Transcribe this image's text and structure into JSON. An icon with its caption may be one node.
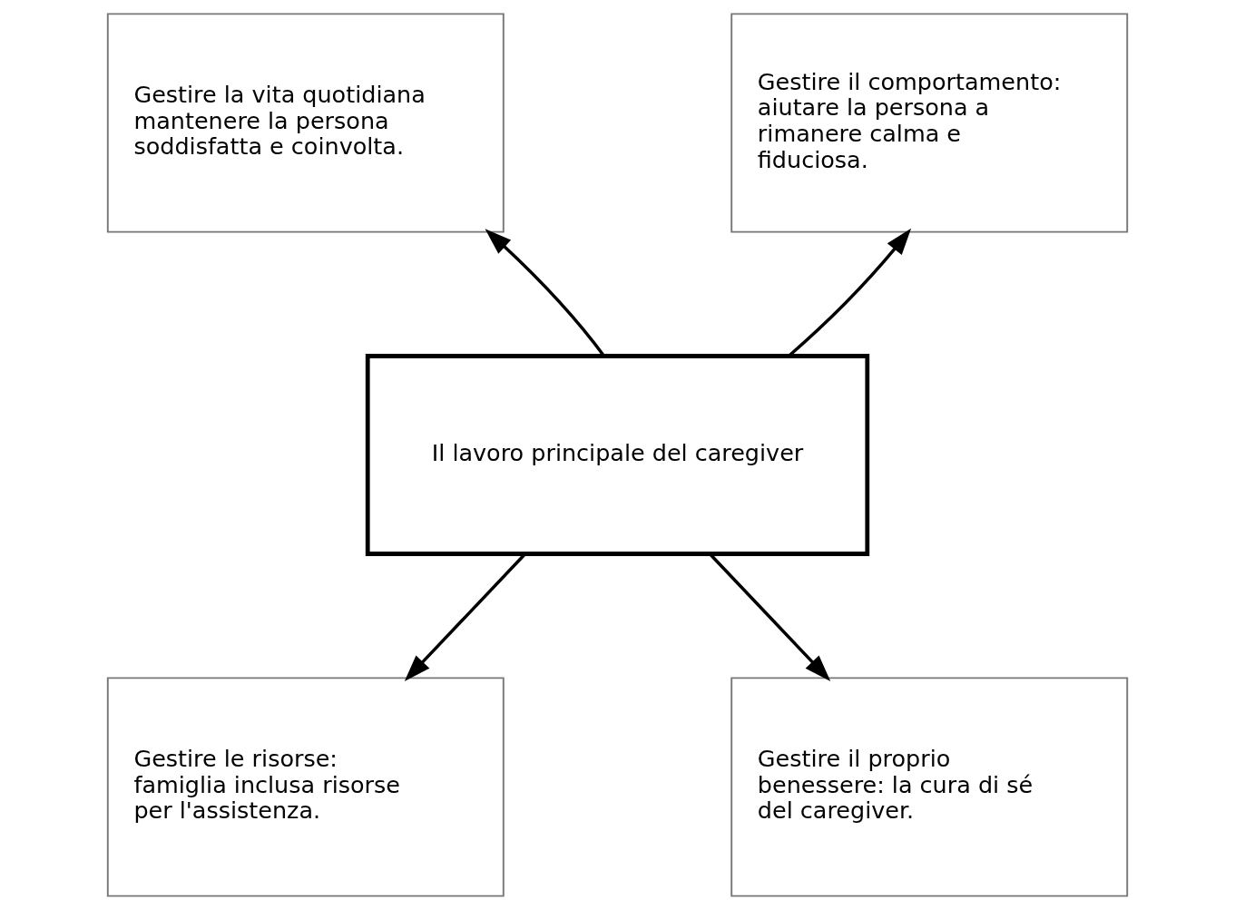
{
  "diagram": {
    "nodes": [
      {
        "text": [
          "Gestire la vita quotidiana mantenere la persona soddisfatta e coinvolta."
        ]
      },
      {
        "text": [
          "Gestire il comportamento: aiutare la persona a rimanere calma e fiduciosa."
        ]
      },
      {
        "text": [
          "Il lavoro principale del caregiver"
        ]
      },
      {
        "text": [
          "Gestire le risorse: famiglia inclusa risorse per l'assistenza."
        ]
      },
      {
        "text": [
          "Gestire il proprio benessere: la cura di sé del caregiver."
        ]
      }
    ],
    "edges": [
      {
        "from": 2,
        "to": 0,
        "arrow": "to"
      },
      {
        "from": 2,
        "to": 1,
        "arrow": "to"
      },
      {
        "from": 2,
        "to": 3,
        "arrow": "to"
      },
      {
        "from": 2,
        "to": 4,
        "arrow": "to"
      }
    ]
  }
}
